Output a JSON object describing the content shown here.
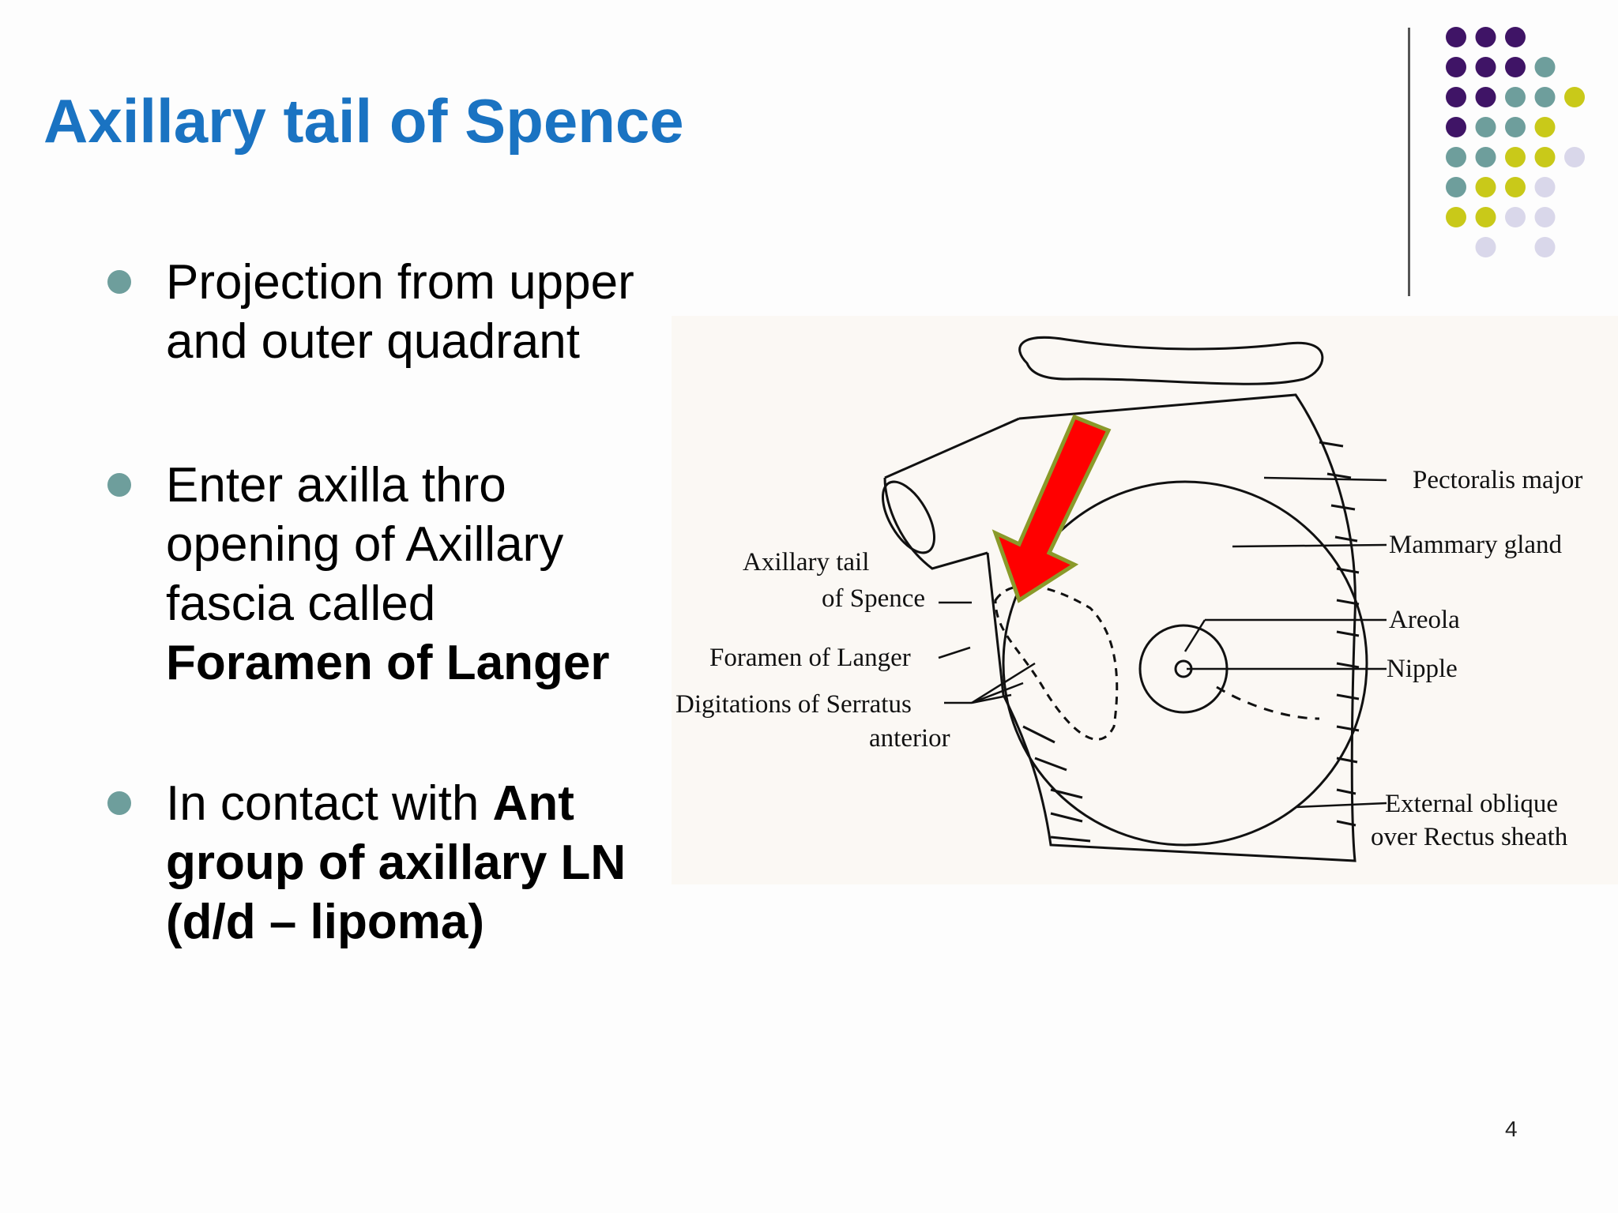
{
  "slide": {
    "title": "Axillary tail of Spence",
    "bullets": {
      "b1": {
        "line1": "Projection from upper",
        "line2": "and outer quadrant"
      },
      "b2": {
        "line1": "Enter axilla thro",
        "line2": "opening of Axillary",
        "line3": "fascia called",
        "line4_bold": "Foramen of Langer"
      },
      "b3": {
        "line1_plain": "In contact with ",
        "line1_bold": "Ant",
        "line2_bold": "group of axillary LN",
        "line3_bold": "(d/d – lipoma)"
      }
    },
    "page_number": "4"
  },
  "diagram": {
    "labels": {
      "axillary_tail_1": "Axillary tail",
      "axillary_tail_2": "of Spence",
      "foramen": "Foramen of Langer",
      "digitations_1": "Digitations of Serratus",
      "digitations_2": "anterior",
      "pectoralis": "Pectoralis major",
      "mammary": "Mammary gland",
      "areola": "Areola",
      "nipple": "Nipple",
      "external_1": "External oblique",
      "external_2": "over Rectus sheath"
    },
    "arrow_color": "#ff0000",
    "arrow_border_color": "#8a9a2a"
  },
  "decor_colors": {
    "purple": "#3f1466",
    "teal": "#6e9e9c",
    "yellow": "#c9c919",
    "lavender": "#d9d7ea"
  }
}
